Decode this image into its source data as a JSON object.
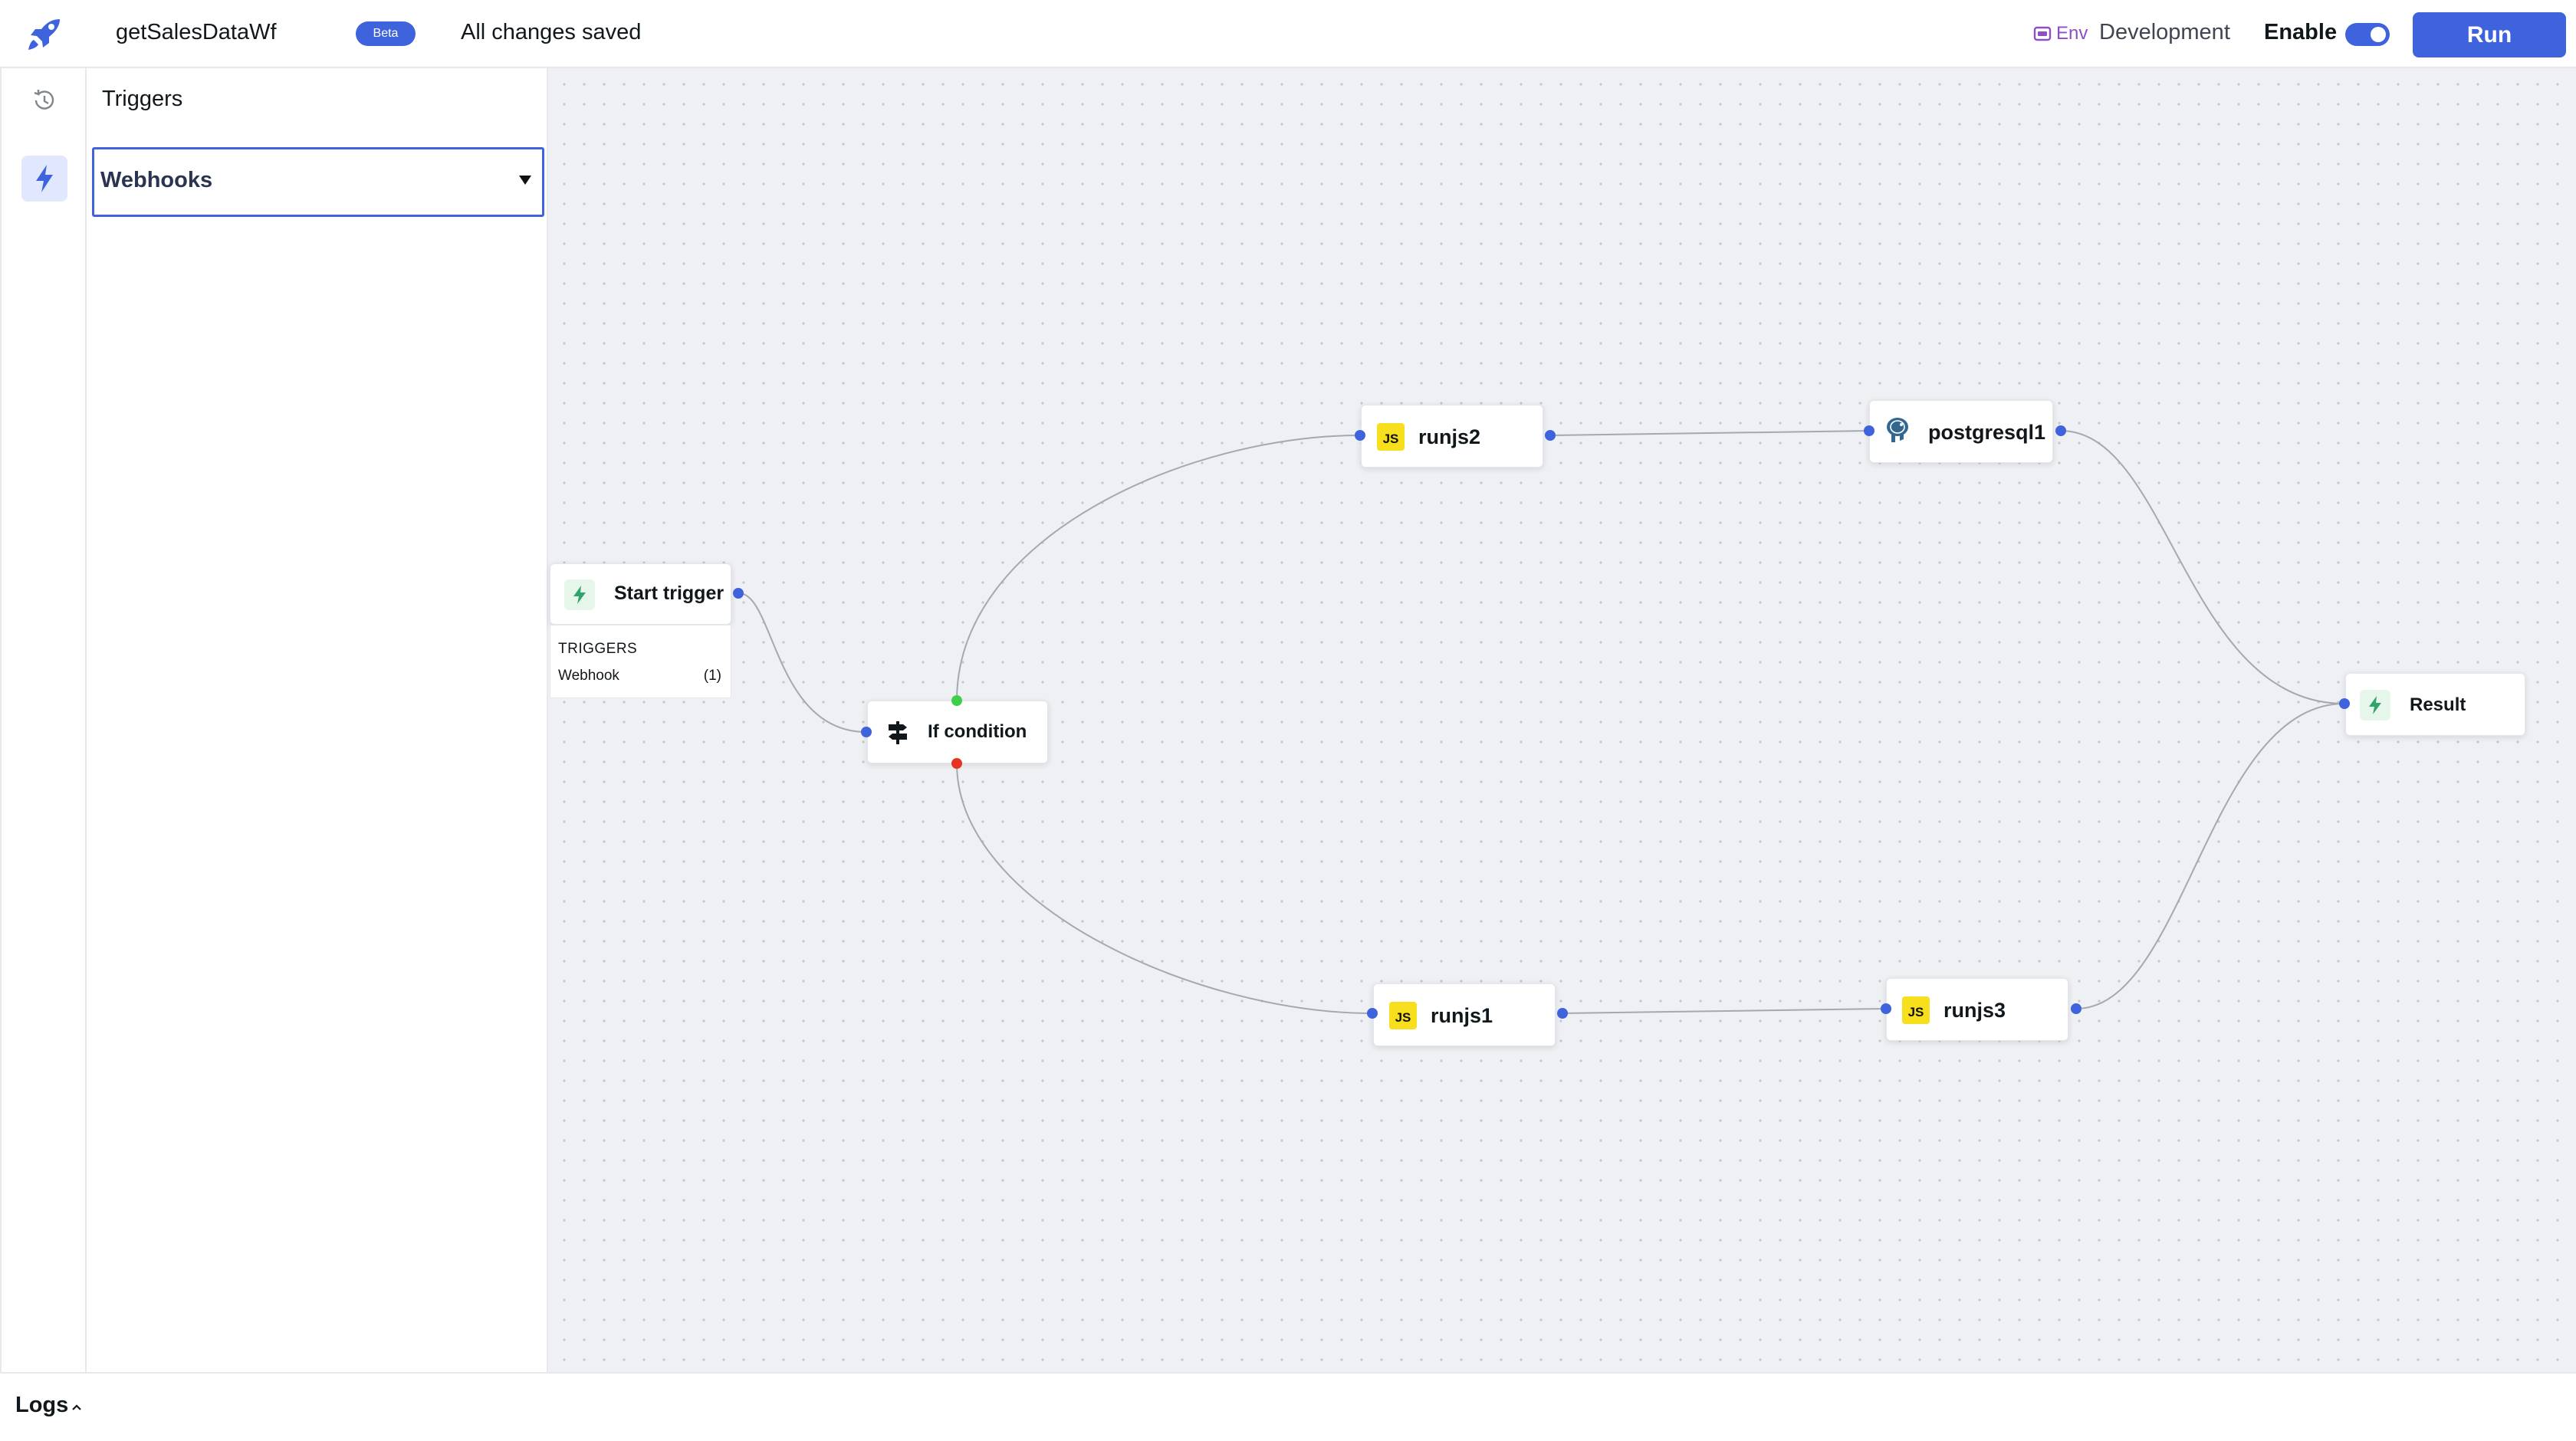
{
  "header": {
    "app_name": "getSalesDataWf",
    "badge": "Beta",
    "save_status": "All changes saved",
    "env_tag": "Env",
    "env_value": "Development",
    "enable_label": "Enable",
    "enabled": true,
    "run_label": "Run"
  },
  "rail": {
    "items": [
      {
        "icon": "history-icon",
        "active": false
      },
      {
        "icon": "bolt-icon",
        "active": true
      }
    ]
  },
  "panel": {
    "title": "Triggers",
    "select_value": "Webhooks"
  },
  "nodes": {
    "start": {
      "label": "Start trigger",
      "triggers_title": "TRIGGERS",
      "trigger_name": "Webhook",
      "trigger_count": "(1)"
    },
    "if": {
      "label": "If condition"
    },
    "runjs2": {
      "label": "runjs2"
    },
    "postgresql1": {
      "label": "postgresql1"
    },
    "runjs1": {
      "label": "runjs1"
    },
    "runjs3": {
      "label": "runjs3"
    },
    "result": {
      "label": "Result"
    },
    "js_badge": "JS"
  },
  "logs": {
    "label": "Logs"
  },
  "colors": {
    "accent": "#3e63dd",
    "true_handle": "#3ecf4a",
    "false_handle": "#e5341f",
    "js": "#f7df1e"
  }
}
